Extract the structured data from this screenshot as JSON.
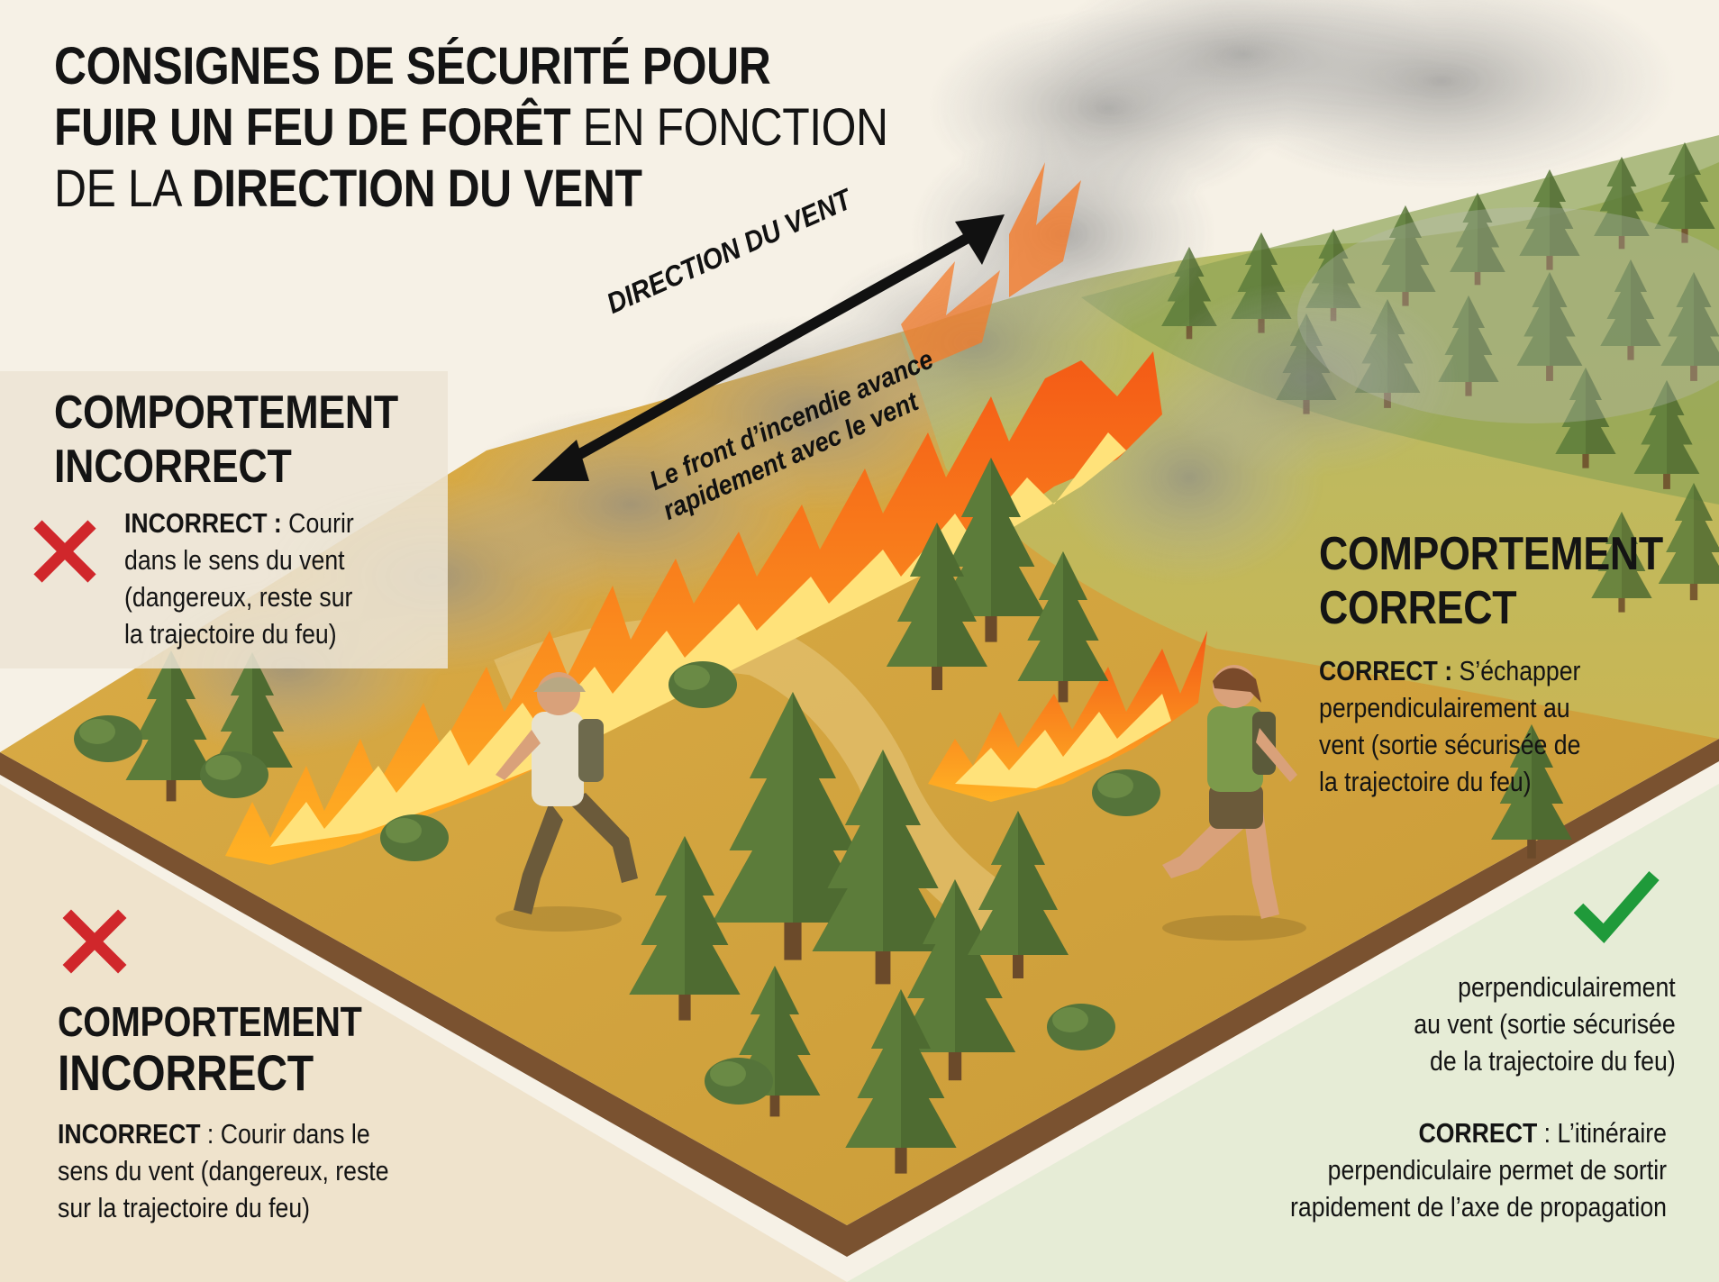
{
  "title": {
    "line1": "CONSIGNES DE SÉCURITÉ POUR",
    "line2_bold": "FUIR UN FEU DE FORÊT",
    "line2_normal": " EN FONCTION",
    "line3_normal": "DE LA ",
    "line3_bold": "DIRECTION DU VENT"
  },
  "wind_arrow": {
    "label": "DIRECTION DU VENT"
  },
  "fire_front": {
    "line1": "Le front d’incendie avance",
    "line2": "rapidement avec le vent"
  },
  "incorrect_top": {
    "heading_line1": "COMPORTEMENT",
    "heading_line2": "INCORRECT",
    "keyword": "INCORRECT",
    "separator": " : ",
    "text_line1": "Courir",
    "text_line2": "dans le sens du vent",
    "text_line3": "(dangereux, reste sur",
    "text_line4": "la trajectoire du feu)"
  },
  "incorrect_bottom": {
    "heading_line1": "COMPORTEMENT",
    "heading_line2": "INCORRECT",
    "keyword": "INCORRECT",
    "separator": " : ",
    "text_line1": "Courir dans le",
    "text_line2": "sens du vent (dangereux, reste",
    "text_line3": "sur la trajectoire du feu)"
  },
  "correct_right": {
    "heading_line1": "COMPORTEMENT",
    "heading_line2": "CORRECT",
    "keyword": "CORRECT",
    "separator": " : ",
    "text_line1": "S’échapper",
    "text_line2": "perpendiculairement au",
    "text_line3": "vent (sortie sécurisée de",
    "text_line4": "la trajectoire du feu)"
  },
  "correct_bottom": {
    "text_line1": "perpendiculairement",
    "text_line2": "au vent (sortie sécurisée",
    "text_line3": "de la trajectoire du feu)",
    "keyword": "CORRECT",
    "separator": " : ",
    "text_line4": "L’itinéraire",
    "text_line5": "perpendiculaire permet de sortir",
    "text_line6": "rapidement de l’axe de propagation"
  },
  "icons": {
    "incorrect": "cross-icon",
    "correct": "checkmark-icon"
  },
  "colors": {
    "cross": "#d0272b",
    "check": "#1f9a3a",
    "fire_orange": "#f26a1b",
    "fire_yellow": "#ffd64a",
    "ground": "#d9a83e",
    "grass": "#9aad4e",
    "trees": "#4f6e33",
    "smoke": "#8f8f8f",
    "text": "#141414"
  }
}
